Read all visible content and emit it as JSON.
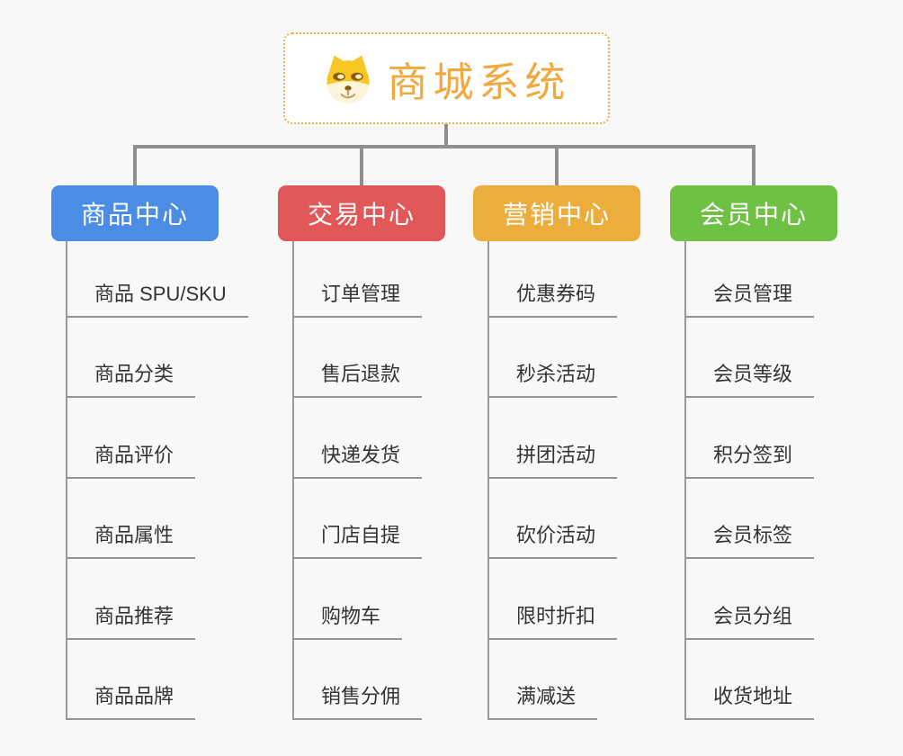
{
  "canvas": {
    "background": "#f8f8f8"
  },
  "root": {
    "title": "商城系统",
    "icon": "dog-face-icon",
    "title_color": "#F0A93C",
    "border_color": "#F6AC45",
    "background": "#ffffff"
  },
  "connectors": {
    "trunk_color": "#8E8E8E",
    "branch_line_color": "#9B9B9B",
    "leaf_underline_color": "#949494"
  },
  "leaf_text_color": "#333333",
  "branches": [
    {
      "label": "商品中心",
      "color": "#4B8DE4",
      "items": [
        "商品 SPU/SKU",
        "商品分类",
        "商品评价",
        "商品属性",
        "商品推荐",
        "商品品牌"
      ]
    },
    {
      "label": "交易中心",
      "color": "#E25757",
      "items": [
        "订单管理",
        "售后退款",
        "快递发货",
        "门店自提",
        "购物车",
        "销售分佣"
      ]
    },
    {
      "label": "营销中心",
      "color": "#EDAD3D",
      "items": [
        "优惠券码",
        "秒杀活动",
        "拼团活动",
        "砍价活动",
        "限时折扣",
        "满减送"
      ]
    },
    {
      "label": "会员中心",
      "color": "#6FC143",
      "items": [
        "会员管理",
        "会员等级",
        "积分签到",
        "会员标签",
        "会员分组",
        "收货地址"
      ]
    }
  ]
}
